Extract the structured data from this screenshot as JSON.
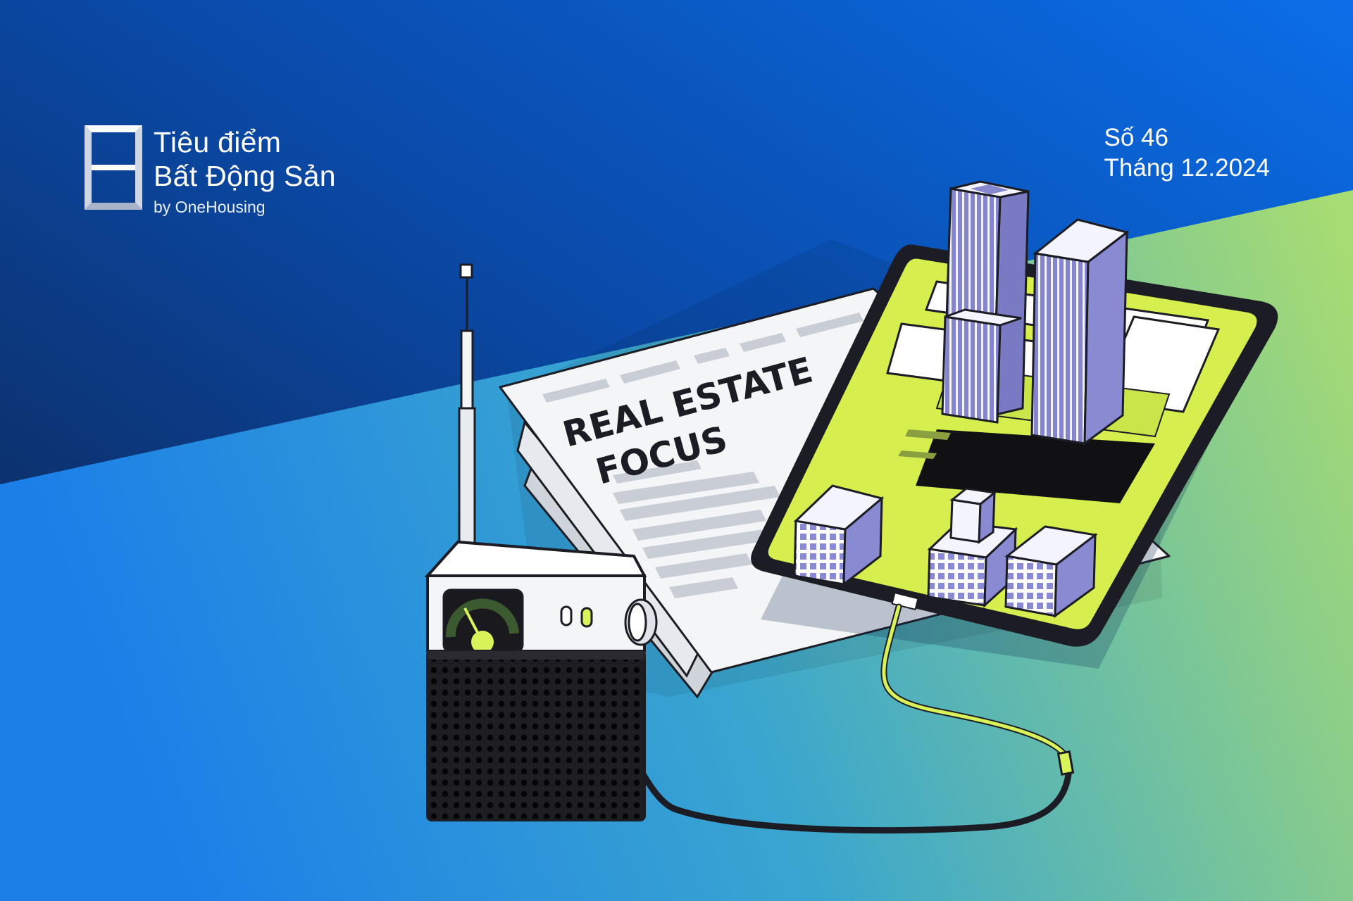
{
  "brand": {
    "logo_icon": "bracket-8-logo",
    "title_line1": "Tiêu điểm",
    "title_line2": "Bất Động Sản",
    "byline": "by OneHousing"
  },
  "issue": {
    "number": "Số 46",
    "date": "Tháng 12.2024"
  },
  "illustration": {
    "newspaper_headline_line1": "REAL ESTATE",
    "newspaper_headline_line2": "FOCUS",
    "objects": [
      "radio-icon",
      "newspaper-icon",
      "tablet-icon",
      "skyscraper-icon",
      "cable-icon"
    ]
  },
  "colors": {
    "navy": "#0e2a5c",
    "blue": "#1c7fe3",
    "green": "#a8d878",
    "lime": "#d8f25a",
    "building_purple": "#8f8fd6",
    "ink": "#1c1c24"
  }
}
